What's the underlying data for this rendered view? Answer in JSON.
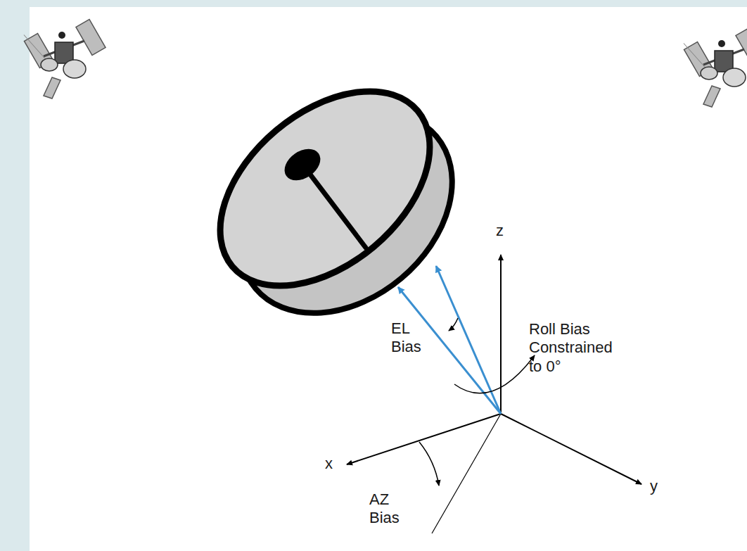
{
  "diagram": {
    "labels": [
      "z",
      "x",
      "y",
      "EL Bias",
      "Roll Bias Constrained to 0°",
      "AZ Bias"
    ]
  }
}
